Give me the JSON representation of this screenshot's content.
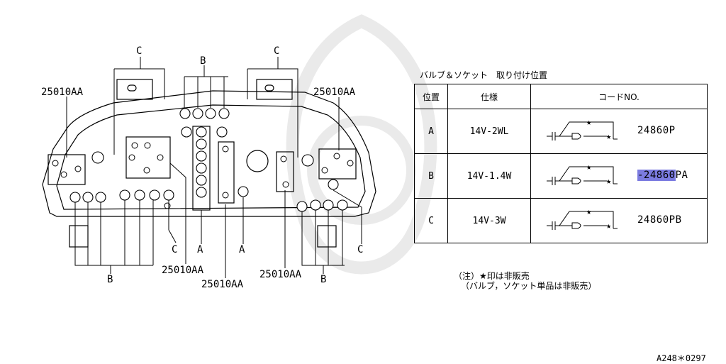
{
  "diagram_labels": {
    "c_left": "C",
    "c_right": "C",
    "b_top": "B",
    "part_left": "25010AA",
    "part_right": "25010AA",
    "c_bottom_left": "C",
    "a_bottom_1": "A",
    "a_bottom_2": "A",
    "c_bottom_right": "C",
    "b_bottom_left": "B",
    "b_bottom_right": "B",
    "part_bottom_1": "25010AA",
    "part_bottom_2": "25010AA",
    "part_bottom_3": "25010AA"
  },
  "table": {
    "title": "バルブ＆ソケット　取り付け位置",
    "headers": [
      "位置",
      "仕様",
      "コードNO."
    ],
    "rows": [
      {
        "position": "A",
        "spec": "14V-2WL",
        "code": "24860P",
        "code_highlight": "",
        "code_suffix": ""
      },
      {
        "position": "B",
        "spec": "14V-1.4W",
        "code": "",
        "code_highlight": "-24860",
        "code_suffix": "PA"
      },
      {
        "position": "C",
        "spec": "14V-3W",
        "code": "24860PB",
        "code_highlight": "",
        "code_suffix": ""
      }
    ]
  },
  "note": {
    "line1": "（注）★印は非販売",
    "line2": "（バルブ，ソケット単品は非販売）"
  },
  "reference_code": "A248＊0297",
  "colors": {
    "highlight": "#7b7be0",
    "line": "#000000"
  },
  "icons": [
    "bulb-socket-icon",
    "star-icon"
  ]
}
